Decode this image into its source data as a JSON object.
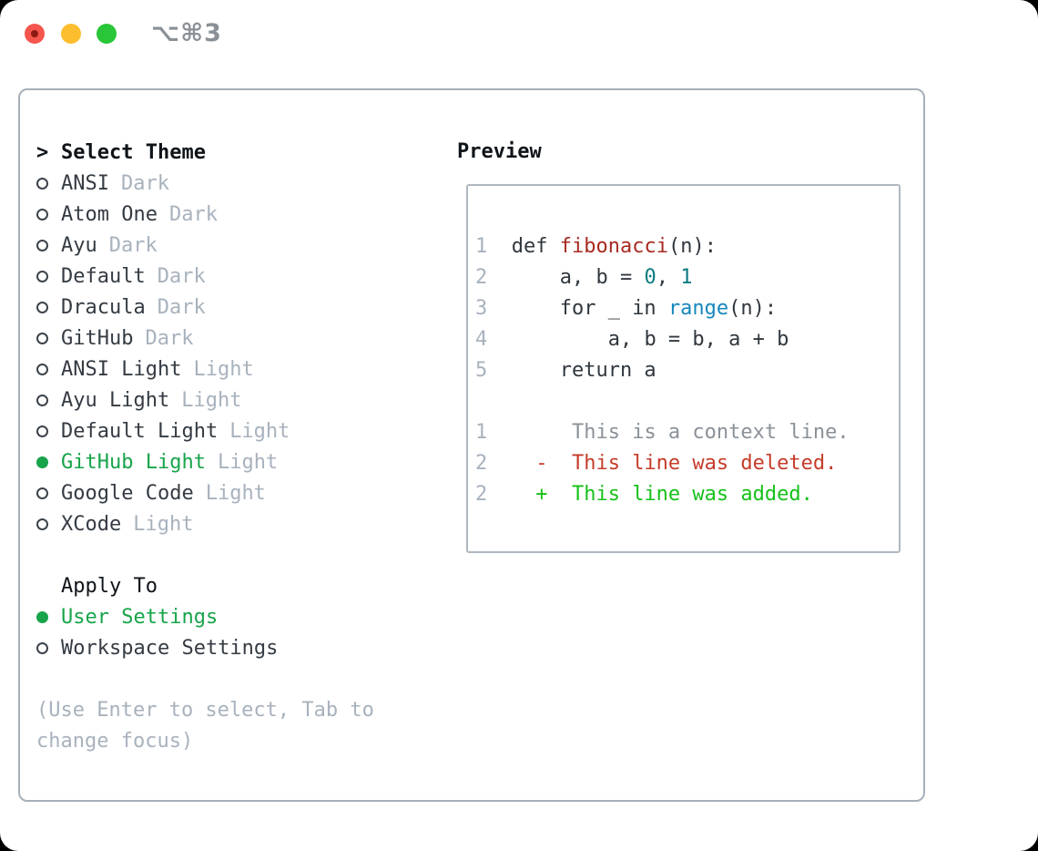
{
  "window": {
    "title": "⌥⌘3",
    "traffic_buttons": [
      "close",
      "minimize",
      "zoom"
    ]
  },
  "colors": {
    "accent_green": "#17a44a",
    "text_black": "#0f1419",
    "text_dark": "#343b43",
    "muted_gray": "#a8b2bd",
    "title_gray": "#8a9096",
    "radio_stroke": "#3c434b",
    "border_panel": "#a6b0ba",
    "border_box": "#b0b8c0",
    "traffic_red": "#f4564d",
    "traffic_red_dot": "#8c1a13",
    "traffic_yellow": "#fcbd2f",
    "traffic_green": "#2ac639",
    "ln": "#a8b2bd",
    "code": "#30373e",
    "func": "#a72a21",
    "num": "#0d7a80",
    "builtin": "#1687bd",
    "ctx": "#8a9199",
    "del": "#c63c29",
    "add": "#16c119"
  },
  "theme_picker": {
    "prompt": ">",
    "title": "Select Theme",
    "items": [
      {
        "name": "ANSI",
        "variant": "Dark",
        "selected": false
      },
      {
        "name": "Atom One",
        "variant": "Dark",
        "selected": false
      },
      {
        "name": "Ayu",
        "variant": "Dark",
        "selected": false
      },
      {
        "name": "Default",
        "variant": "Dark",
        "selected": false
      },
      {
        "name": "Dracula",
        "variant": "Dark",
        "selected": false
      },
      {
        "name": "GitHub",
        "variant": "Dark",
        "selected": false
      },
      {
        "name": "ANSI Light",
        "variant": "Light",
        "selected": false
      },
      {
        "name": "Ayu Light",
        "variant": "Light",
        "selected": false
      },
      {
        "name": "Default Light",
        "variant": "Light",
        "selected": false
      },
      {
        "name": "GitHub Light",
        "variant": "Light",
        "selected": true
      },
      {
        "name": "Google Code",
        "variant": "Light",
        "selected": false
      },
      {
        "name": "XCode",
        "variant": "Light",
        "selected": false
      }
    ],
    "apply_to": {
      "title": "Apply To",
      "options": [
        {
          "name": "User Settings",
          "selected": true
        },
        {
          "name": "Workspace Settings",
          "selected": false
        }
      ]
    },
    "help_lines": [
      "(Use Enter to select, Tab to",
      "change focus)"
    ]
  },
  "preview": {
    "title": "Preview",
    "lines": [
      {
        "tokens": [
          [
            "1  ",
            "ln"
          ],
          [
            "def ",
            "code"
          ],
          [
            "fibonacci",
            "func"
          ],
          [
            "(n):",
            "code"
          ]
        ]
      },
      {
        "tokens": [
          [
            "2      ",
            "ln"
          ],
          [
            "a, b = ",
            "code"
          ],
          [
            "0",
            "num"
          ],
          [
            ", ",
            "code"
          ],
          [
            "1",
            "num"
          ]
        ]
      },
      {
        "tokens": [
          [
            "3      ",
            "ln"
          ],
          [
            "for _ in ",
            "code"
          ],
          [
            "range",
            "builtin"
          ],
          [
            "(n):",
            "code"
          ]
        ]
      },
      {
        "tokens": [
          [
            "4          ",
            "ln"
          ],
          [
            "a, b = b, a + b",
            "code"
          ]
        ]
      },
      {
        "tokens": [
          [
            "5      ",
            "ln"
          ],
          [
            "return a",
            "code"
          ]
        ]
      },
      {
        "tokens": []
      },
      {
        "tokens": [
          [
            "1       ",
            "ln"
          ],
          [
            "This is a context line.",
            "ctx"
          ]
        ]
      },
      {
        "tokens": [
          [
            "2    ",
            "ln"
          ],
          [
            "-  This line was deleted.",
            "del"
          ]
        ]
      },
      {
        "tokens": [
          [
            "2    ",
            "ln"
          ],
          [
            "+  This line was added.",
            "add"
          ]
        ]
      }
    ]
  }
}
